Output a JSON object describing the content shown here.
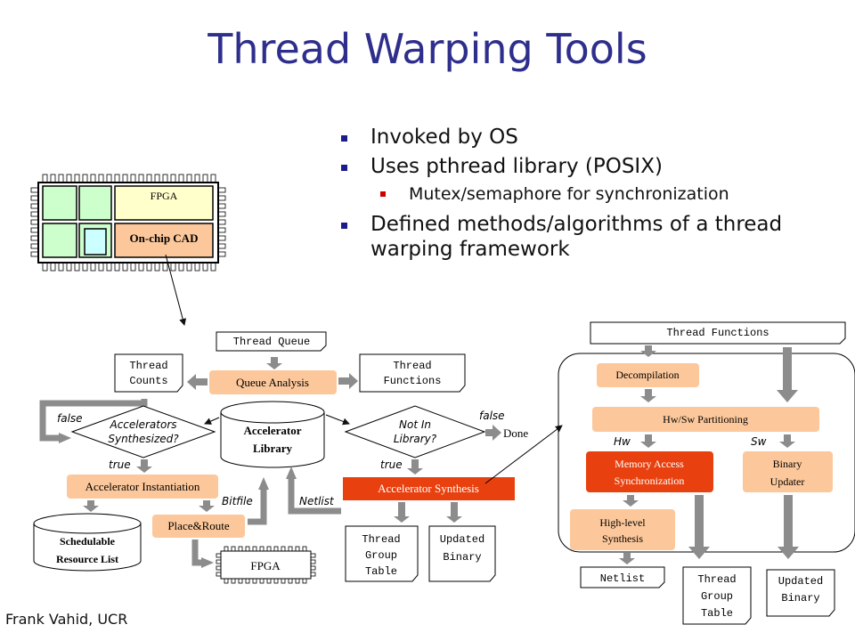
{
  "slide": {
    "title": "Thread Warping Tools",
    "bullets": [
      {
        "level": 1,
        "text": "Invoked by OS"
      },
      {
        "level": 1,
        "text": "Uses pthread library (POSIX)"
      },
      {
        "level": 2,
        "text": "Mutex/semaphore for synchronization"
      },
      {
        "level": 1,
        "text": "Defined methods/algorithms of a thread warping framework"
      }
    ],
    "footer": "Frank Vahid, UCR"
  },
  "chip": {
    "fpga_label": "FPGA",
    "cad_label": "On-chip CAD"
  },
  "left_flow": {
    "thread_queue": "Thread Queue",
    "thread_counts": [
      "Thread",
      "Counts"
    ],
    "queue_analysis": "Queue Analysis",
    "thread_functions": [
      "Thread",
      "Functions"
    ],
    "decision1": [
      "Accelerators",
      "Synthesized?"
    ],
    "decision1_false": "false",
    "decision1_true": "true",
    "accelerator_library": [
      "Accelerator",
      "Library"
    ],
    "decision2": [
      "Not In",
      "Library?"
    ],
    "decision2_false": "false",
    "decision2_true": "true",
    "done": "Done",
    "accelerator_instantiation": "Accelerator Instantiation",
    "accelerator_synthesis": "Accelerator Synthesis",
    "bitfile": "Bitfile",
    "netlist": "Netlist",
    "place_route": "Place&Route",
    "schedulable": [
      "Schedulable",
      "Resource List"
    ],
    "fpga": "FPGA",
    "thread_group_table": [
      "Thread",
      "Group",
      "Table"
    ],
    "updated_binary": [
      "Updated",
      "Binary"
    ]
  },
  "right_flow": {
    "thread_functions": "Thread Functions",
    "decompilation": "Decompilation",
    "partitioning": "Hw/Sw Partitioning",
    "hw": "Hw",
    "sw": "Sw",
    "memory_access": [
      "Memory Access",
      "Synchronization"
    ],
    "binary_updater": [
      "Binary",
      "Updater"
    ],
    "high_level": [
      "High-level",
      "Synthesis"
    ],
    "netlist": "Netlist",
    "thread_group_table": [
      "Thread",
      "Group",
      "Table"
    ],
    "updated_binary": [
      "Updated",
      "Binary"
    ]
  },
  "colors": {
    "title": "#2e2e8c",
    "process_fill": "#fcc89b",
    "highlight_fill": "#e8410f",
    "chip_green": "#ccffcc",
    "chip_yellow": "#ffffcc",
    "chip_cyan": "#ccffff",
    "arrow_gray": "#8c8c8c"
  }
}
